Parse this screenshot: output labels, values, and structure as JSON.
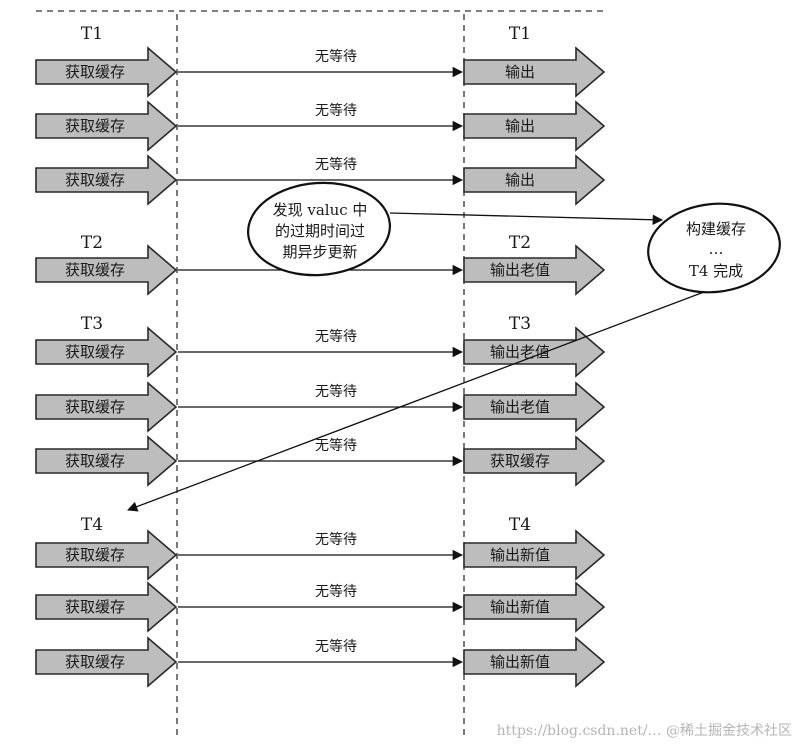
{
  "groups": [
    {
      "left_label": "T1",
      "right_label": "T1",
      "rows": [
        {
          "left": "获取缓存",
          "middle": "无等待",
          "right": "输出"
        },
        {
          "left": "获取缓存",
          "middle": "无等待",
          "right": "输出"
        },
        {
          "left": "获取缓存",
          "middle": "无等待",
          "right": "输出"
        }
      ]
    },
    {
      "left_label": "T2",
      "right_label": "T2",
      "rows": [
        {
          "left": "获取缓存",
          "middle": "",
          "right": "输出老值"
        }
      ]
    },
    {
      "left_label": "T3",
      "right_label": "T3",
      "rows": [
        {
          "left": "获取缓存",
          "middle": "无等待",
          "right": "输出老值"
        },
        {
          "left": "获取缓存",
          "middle": "无等待",
          "right": "输出老值"
        },
        {
          "left": "获取缓存",
          "middle": "无等待",
          "right": "获取缓存"
        }
      ]
    },
    {
      "left_label": "T4",
      "right_label": "T4",
      "rows": [
        {
          "left": "获取缓存",
          "middle": "无等待",
          "right": "输出新值"
        },
        {
          "left": "获取缓存",
          "middle": "无等待",
          "right": "输出新值"
        },
        {
          "left": "获取缓存",
          "middle": "无等待",
          "right": "输出新值"
        }
      ]
    }
  ],
  "bubbles": {
    "detect": [
      "发现 valuc 中",
      "的过期时间过",
      "期异步更新"
    ],
    "rebuild": [
      "构建缓存",
      "…",
      "T4 完成"
    ]
  },
  "watermark": "https://blog.csdn.net/…  @稀土掘金技术社区"
}
